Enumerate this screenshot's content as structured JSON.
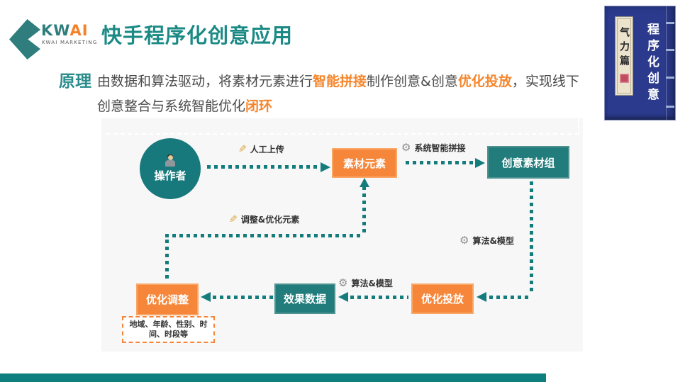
{
  "header": {
    "logo_kw": "KW",
    "logo_ai": "AI",
    "logo_subtitle": "KWAI MARKETING",
    "title": "快手程序化创意应用"
  },
  "principle": {
    "label": "原理",
    "text_1": "由数据和算法驱动，将素材元素进行",
    "hl_1": "智能拼接",
    "text_2": "制作创意&创意",
    "hl_2": "优化投放",
    "text_3": "，实现线下",
    "text_4": "创意整合与系统智能优化",
    "hl_3": "闭环"
  },
  "diagram": {
    "nodes": {
      "operator": "操作者",
      "material": "素材元素",
      "creative_group": "创意素材组",
      "optimize_adjust": "优化调整",
      "effect_data": "效果数据",
      "optimize_delivery": "优化投放"
    },
    "edge_labels": {
      "manual_upload": "人工上传",
      "system_splice": "系统智能拼接",
      "adjust_elements": "调整&优化元素",
      "algo_model_1": "算法&模型",
      "algo_model_2": "算法&模型"
    },
    "icons": {
      "pencil": "✎",
      "gear": "⚙"
    },
    "detail_note": "地域、年龄、性别、时间、时段等"
  },
  "book": {
    "cover_title": "程序化创意",
    "spine_label": "气力篇"
  },
  "colors": {
    "teal": "#17797c",
    "teal_title": "#1b8a85",
    "orange": "#f6873a",
    "highlight_orange": "#f5862c",
    "panel_gray": "#f7f7f8",
    "book_navy": "#2b3a8c",
    "footer_teal": "#0d7f7f",
    "connector_teal": "#157c7c"
  }
}
